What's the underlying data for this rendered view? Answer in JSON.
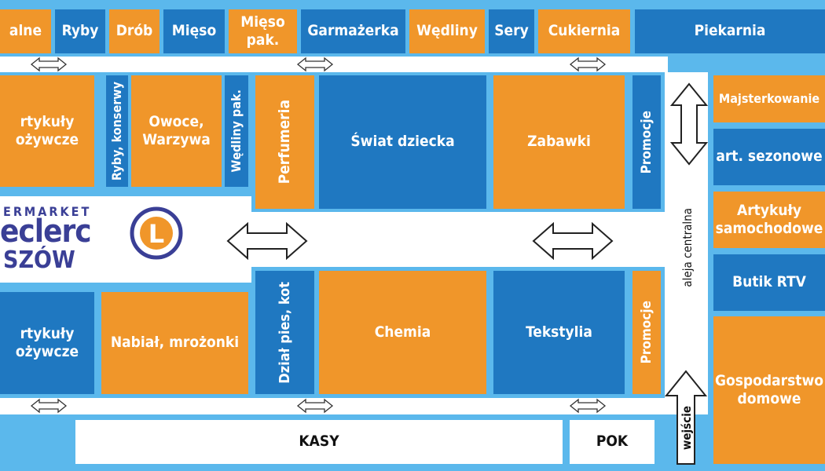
{
  "colors": {
    "orange": "#f0962a",
    "blue": "#1f78c1",
    "aisle": "#ffffff",
    "background": "#5bb8ec",
    "logo": "#3a3f96"
  },
  "logo": {
    "top": "ERMARKET",
    "brand": "eclerc",
    "city": "SZÓW",
    "emblem": "L"
  },
  "labels": {
    "alejka": "aleja centralna",
    "wejscie": "wejście",
    "kasy": "KASY",
    "pok": "POK"
  },
  "departments": {
    "top": {
      "alne": "alne",
      "ryby": "Ryby",
      "drob": "Drób",
      "mieso": "Mięso",
      "mieso_pak": "Mięso\npak.",
      "garmazerka": "Garmażerka",
      "wedliny": "Wędliny",
      "sery": "Sery",
      "cukiernia": "Cukiernia",
      "piekarnia": "Piekarnia"
    },
    "upper": {
      "artykuly": "rtykuły\nożywcze",
      "ryby_konserwy": "Ryby, konserwy",
      "owoce": "Owoce,\nWarzywa",
      "wedliny_pak": "Wędliny pak.",
      "perfumeria": "Perfumeria",
      "swiat_dziecka": "Świat dziecka",
      "zabawki": "Zabawki",
      "promocje": "Promocje"
    },
    "lower": {
      "artykuly": "rtykuły\nożywcze",
      "nabial": "Nabiał, mrożonki",
      "dzial_pies": "Dział pies, kot",
      "chemia": "Chemia",
      "tekstylia": "Tekstylia",
      "promocje": "Promocje"
    },
    "right": {
      "majsterkowanie": "Majsterkowanie",
      "sezonowe": "art. sezonowe",
      "samochodowe": "Artykuły\nsamochodowe",
      "butik": "Butik RTV",
      "gospodarstwo": "Gospodarstwo\ndomowe"
    }
  }
}
